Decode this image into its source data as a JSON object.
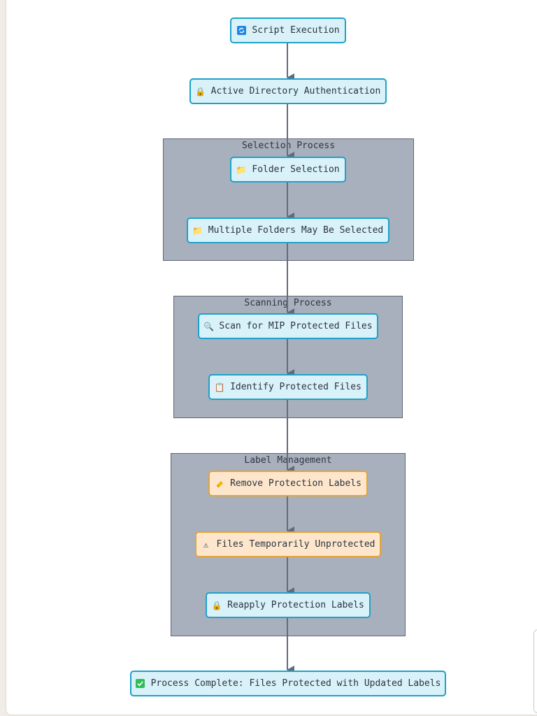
{
  "groups": {
    "selection": {
      "title": "Selection Process"
    },
    "scanning": {
      "title": "Scanning Process"
    },
    "label": {
      "title": "Label Management"
    }
  },
  "nodes": {
    "script_execution": {
      "label": "Script Execution",
      "icon": "sync-icon"
    },
    "ad_auth": {
      "label": "Active Directory Authentication",
      "icon": "lock-icon"
    },
    "folder_selection": {
      "label": "Folder Selection",
      "icon": "folder-icon"
    },
    "multiple_folders": {
      "label": "Multiple Folders May Be Selected",
      "icon": "folder-icon"
    },
    "scan_mip": {
      "label": "Scan for MIP Protected Files",
      "icon": "magnifier-icon"
    },
    "identify": {
      "label": "Identify Protected Files",
      "icon": "clipboard-icon"
    },
    "remove_labels": {
      "label": "Remove Protection Labels",
      "icon": "eraser-icon"
    },
    "temp_unprotected": {
      "label": "Files Temporarily Unprotected",
      "icon": "warning-icon"
    },
    "reapply": {
      "label": "Reapply Protection Labels",
      "icon": "lock-icon"
    },
    "complete": {
      "label": "Process Complete: Files Protected with Updated Labels",
      "icon": "check-icon"
    }
  },
  "colors": {
    "node_fill": "#d9f1f8",
    "node_border": "#1ea1c9",
    "warn_fill": "#fde6cc",
    "warn_border": "#e2a43a",
    "group_fill": "#a9b0bd",
    "edge": "#616b7c"
  }
}
